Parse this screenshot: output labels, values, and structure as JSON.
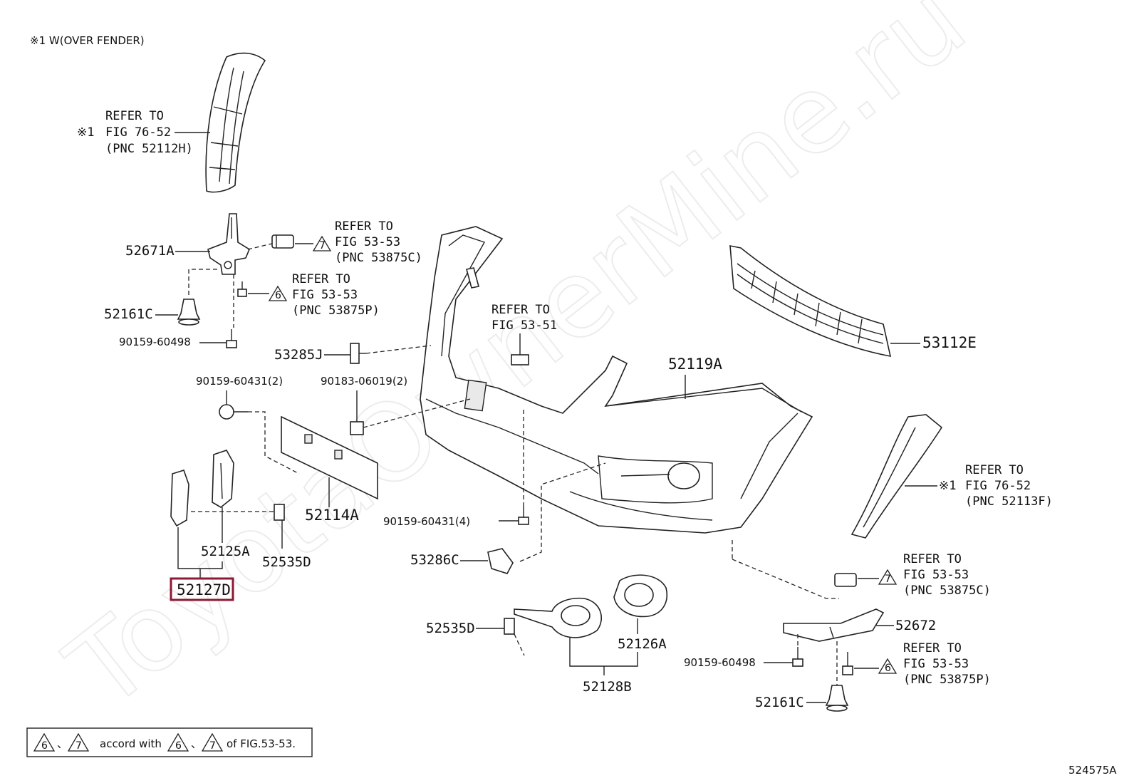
{
  "header_note": "※1 W(OVER FENDER)",
  "watermark": "ToyotaOwnerMine.ru",
  "figure_code": "524575A",
  "legend": {
    "num_a": "6",
    "sep_a": "、",
    "num_b": "7",
    "accord": "accord with",
    "num_c": "6",
    "sep_b": "、",
    "num_d": "7",
    "of_fig": "of FIG.53-53."
  },
  "labels": {
    "p52671A": "52671A",
    "p52161C_top": "52161C",
    "p90159_60498_top": "90159-60498",
    "p53285J": "53285J",
    "p90159_60431_2": "90159-60431(2)",
    "p90183_06019_2": "90183-06019(2)",
    "p52114A": "52114A",
    "p52125A": "52125A",
    "p52535D_a": "52535D",
    "p52127D": "52127D",
    "p90159_60431_4": "90159-60431(4)",
    "p53286C": "53286C",
    "p52535D_b": "52535D",
    "p52126A": "52126A",
    "p52128B": "52128B",
    "p52119A": "52119A",
    "p53112E": "53112E",
    "p52672": "52672",
    "p90159_60498_bot": "90159-60498",
    "p52161C_bot": "52161C"
  },
  "refs": {
    "ref1": {
      "mark": "※1",
      "line1": "REFER TO",
      "line2": "FIG 76-52",
      "line3": "(PNC 52112H)"
    },
    "ref2": {
      "tri": "7",
      "line1": "REFER TO",
      "line2": "FIG 53-53",
      "line3": "(PNC 53875C)"
    },
    "ref3": {
      "tri": "6",
      "line1": "REFER TO",
      "line2": "FIG 53-53",
      "line3": "(PNC 53875P)"
    },
    "ref4": {
      "line1": "REFER TO",
      "line2": "FIG 53-51"
    },
    "ref5": {
      "mark": "※1",
      "line1": "REFER TO",
      "line2": "FIG 76-52",
      "line3": "(PNC 52113F)"
    },
    "ref6": {
      "tri": "7",
      "line1": "REFER TO",
      "line2": "FIG 53-53",
      "line3": "(PNC 53875C)"
    },
    "ref7": {
      "tri": "6",
      "line1": "REFER TO",
      "line2": "FIG 53-53",
      "line3": "(PNC 53875P)"
    }
  }
}
